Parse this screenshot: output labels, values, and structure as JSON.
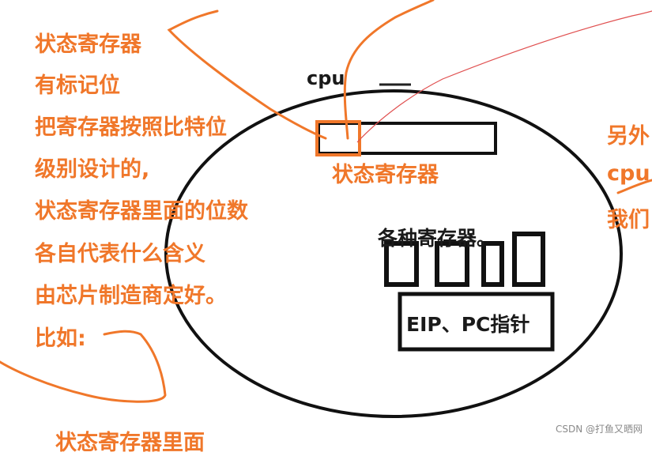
{
  "left_notes": [
    "状态寄存器",
    "有标记位",
    "把寄存器按照比特位",
    "级别设计的,",
    "状态寄存器里面的位数",
    "各自代表什么含义",
    "由芯片制造商定好。",
    "比如:"
  ],
  "bottom_cut_text": "状态寄存器里面",
  "cpu_label": "cpu",
  "status_register_label": "状态寄存器",
  "registers_label": "各种寄存器。",
  "eip_pc_label": "EIP、PC指针",
  "right_cut_texts": [
    "另外",
    "cpu",
    "我们"
  ],
  "watermark": "CSDN @打鱼又晒网",
  "colors": {
    "annotation": "#f0772a",
    "ink": "#111111",
    "red_line": "#e05050"
  }
}
